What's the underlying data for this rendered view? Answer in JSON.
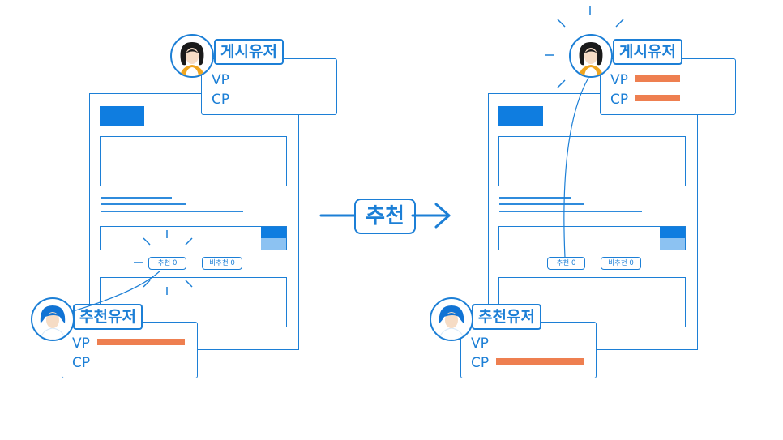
{
  "colors": {
    "accent": "#1c7fd6",
    "header": "#0f7de0",
    "light_button": "#8cc2f2",
    "value_bar": "#ee7f50"
  },
  "center_label": "추천",
  "left": {
    "poster": {
      "name": "게시유저",
      "vp": "VP",
      "cp": "CP"
    },
    "recommender": {
      "name": "추천유저",
      "vp": "VP",
      "cp": "CP"
    },
    "like_button": "추천 0",
    "dislike_button": "비추천 0"
  },
  "right": {
    "poster": {
      "name": "게시유저",
      "vp": "VP",
      "cp": "CP"
    },
    "recommender": {
      "name": "추천유저",
      "vp": "VP",
      "cp": "CP"
    },
    "like_button": "추천 0",
    "dislike_button": "비추천 0"
  }
}
